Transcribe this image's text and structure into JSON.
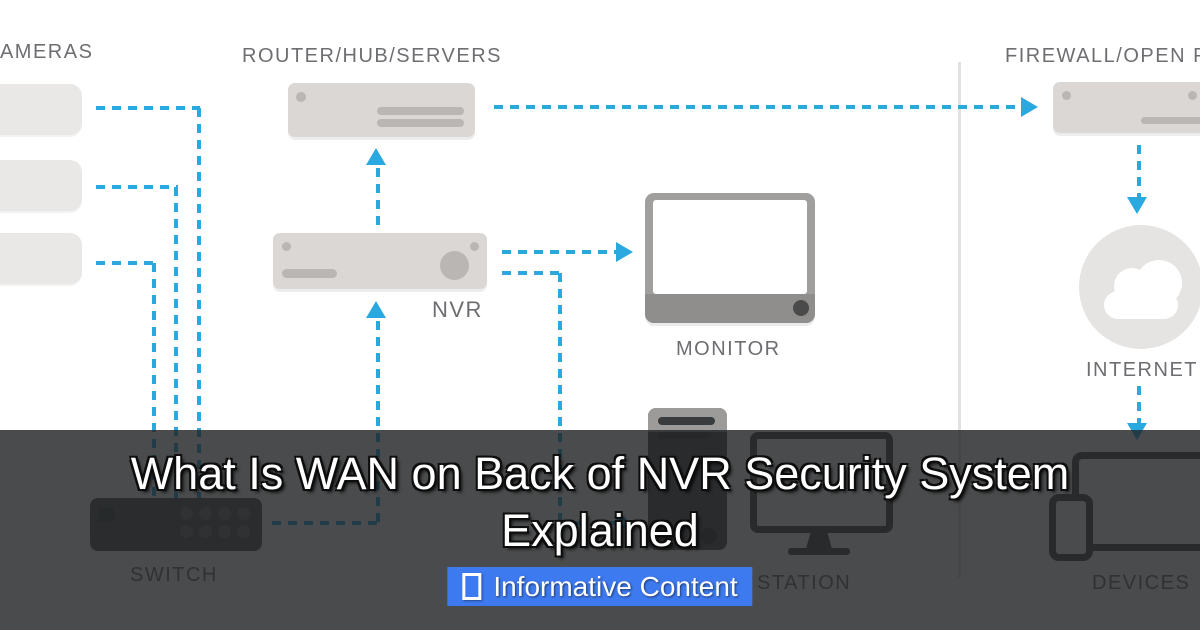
{
  "overlay": {
    "title_line1": "What Is WAN on Back of NVR Security System",
    "title_line2": "Explained",
    "badge_label": "Informative Content"
  },
  "diagram": {
    "labels": {
      "cameras": "CAMERAS",
      "router": "ROUTER/HUB/SERVERS",
      "firewall": "FIREWALL/OPEN PORTS",
      "nvr": "NVR",
      "monitor": "MONITOR",
      "internet": "INTERNET",
      "switch": "SWITCH",
      "station": "STATION",
      "devices": "DEVICES"
    }
  },
  "colors": {
    "accent_cyan": "#2aa9e0",
    "badge_blue": "#3e7aef",
    "label_gray": "#6d6e71",
    "device_gray": "#dad7d5",
    "device_detail_gray": "#bab6b3",
    "dark_device_gray": "#55565a",
    "overlay_dark": "rgba(33,35,37,0.82)"
  }
}
